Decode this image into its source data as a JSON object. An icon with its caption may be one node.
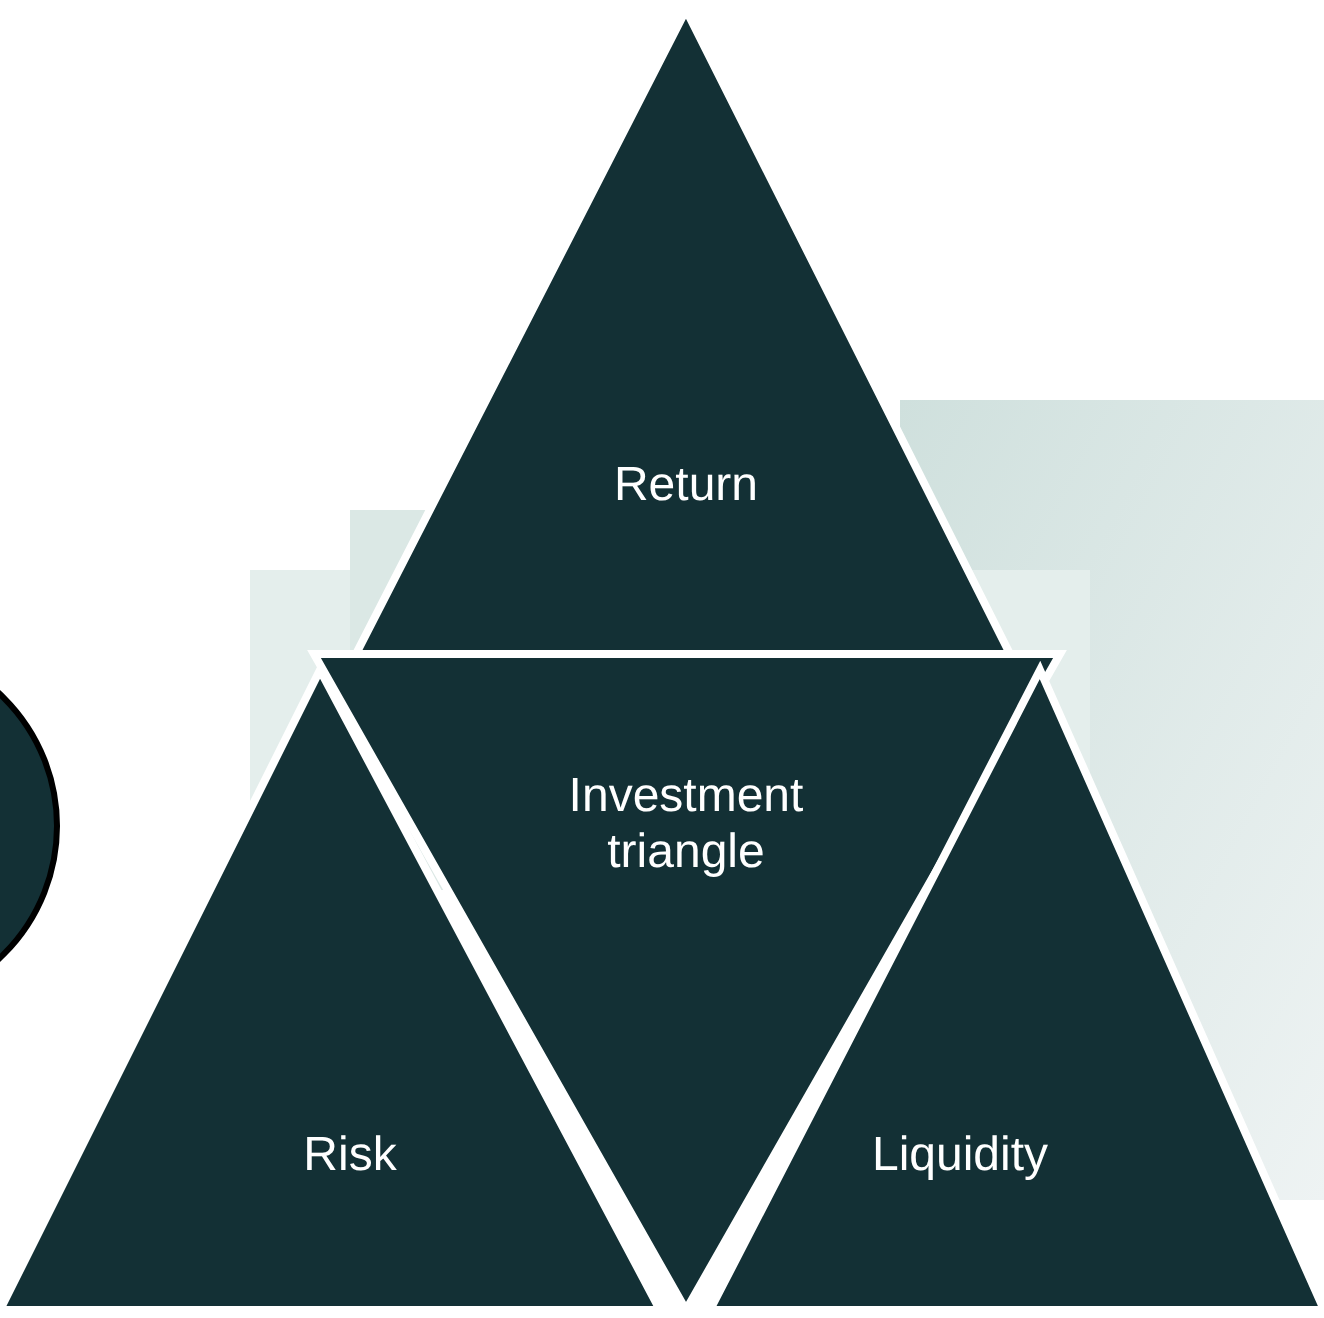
{
  "diagram": {
    "nodes": [
      {
        "text": [],
        "shape": "circle"
      },
      {
        "text": [
          "Return"
        ]
      },
      {
        "text": [
          "Investment triangle"
        ]
      },
      {
        "text": [
          "Risk"
        ]
      },
      {
        "text": [
          "Liquidity"
        ]
      }
    ]
  }
}
